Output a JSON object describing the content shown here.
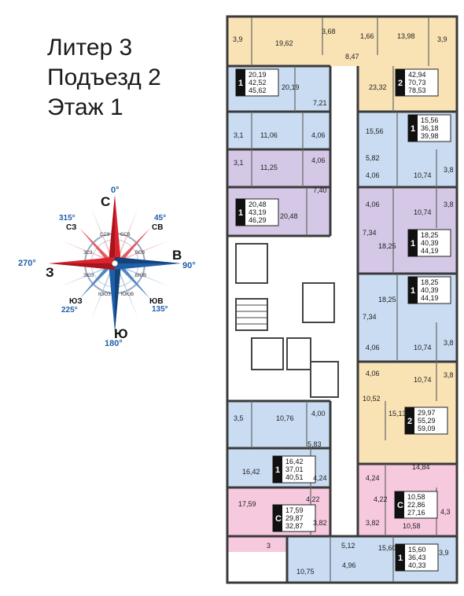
{
  "header": {
    "line1": "Литер 3",
    "line2": "Подъезд 2",
    "line3": "Этаж 1"
  },
  "colors": {
    "yellow": "#f9e3b4",
    "blue": "#c9dcf2",
    "purple": "#d4c8e6",
    "pink": "#f7c9df",
    "wall": "#3a3a3a",
    "compass_red": "#d9232d",
    "compass_blue": "#1f5fa8"
  },
  "compass": {
    "n": "С",
    "s": "Ю",
    "e": "В",
    "w": "З",
    "nw": "СЗ",
    "ne": "СВ",
    "sw": "ЮЗ",
    "se": "ЮВ",
    "deg_0": "0°",
    "deg_45": "45°",
    "deg_90": "90°",
    "deg_135": "135°",
    "deg_180": "180°",
    "deg_225": "225°",
    "deg_270": "270°",
    "deg_315": "315°",
    "ssz": "ССЗ",
    "ssv": "ССВ",
    "vsv": "ВСВ",
    "vyuv": "ВЮВ",
    "yuyuv": "ЮЮВ",
    "yuyuz": "ЮЮЗ",
    "zyuz": "ЗЮЗ",
    "zsz": "ЗСЗ"
  },
  "apartments": [
    {
      "rooms": "2",
      "a": "42,94",
      "b": "70,73",
      "c": "78,53"
    },
    {
      "rooms": "1",
      "a": "20,19",
      "b": "42,52",
      "c": "45,62"
    },
    {
      "rooms": "1",
      "a": "15,56",
      "b": "36,18",
      "c": "39,98"
    },
    {
      "rooms": "1",
      "a": "20,48",
      "b": "43,19",
      "c": "46,29"
    },
    {
      "rooms": "1",
      "a": "18,25",
      "b": "40,39",
      "c": "44,19"
    },
    {
      "rooms": "1",
      "a": "18,25",
      "b": "40,39",
      "c": "44,19"
    },
    {
      "rooms": "2",
      "a": "29,97",
      "b": "55,29",
      "c": "59,09"
    },
    {
      "rooms": "1",
      "a": "16,42",
      "b": "37,01",
      "c": "40,51"
    },
    {
      "rooms": "C",
      "a": "17,59",
      "b": "29,87",
      "c": "32,87"
    },
    {
      "rooms": "C",
      "a": "10,58",
      "b": "22,86",
      "c": "27,16"
    },
    {
      "rooms": "1",
      "a": "15,60",
      "b": "36,43",
      "c": "40,33"
    }
  ],
  "areas": {
    "a01": "3,9",
    "a02": "19,62",
    "a03": "3,68",
    "a04": "1,66",
    "a05": "13,98",
    "a06": "3,9",
    "a07": "8,47",
    "a08": "20,19",
    "a09": "23,32",
    "a10": "7,21",
    "a11": "15,56",
    "a12": "3,1",
    "a13": "11,06",
    "a14": "4,06",
    "a15": "5,82",
    "a16": "3,1",
    "a17": "11,25",
    "a18": "4,06",
    "a19": "4,06",
    "a20": "10,74",
    "a21": "3,8",
    "a22": "7,40",
    "a23": "20,48",
    "a24": "4,06",
    "a25": "10,74",
    "a26": "3,8",
    "a27": "7,34",
    "a28": "18,25",
    "a29": "18,25",
    "a30": "7,34",
    "a31": "4,06",
    "a32": "10,74",
    "a33": "3,8",
    "a34": "4,06",
    "a35": "10,74",
    "a36": "3,8",
    "a37": "10,52",
    "a38": "15,13",
    "a39": "3,5",
    "a40": "10,76",
    "a41": "4,00",
    "a42": "5,83",
    "a43": "16,42",
    "a44": "4,24",
    "a45": "4,24",
    "a46": "14,84",
    "a47": "17,59",
    "a48": "4,22",
    "a49": "4,22",
    "a50": "3,82",
    "a51": "3,82",
    "a52": "4,3",
    "a53": "10,58",
    "a54": "3",
    "a55": "5,12",
    "a56": "15,60",
    "a57": "3,9",
    "a58": "10,75",
    "a59": "4,96"
  }
}
